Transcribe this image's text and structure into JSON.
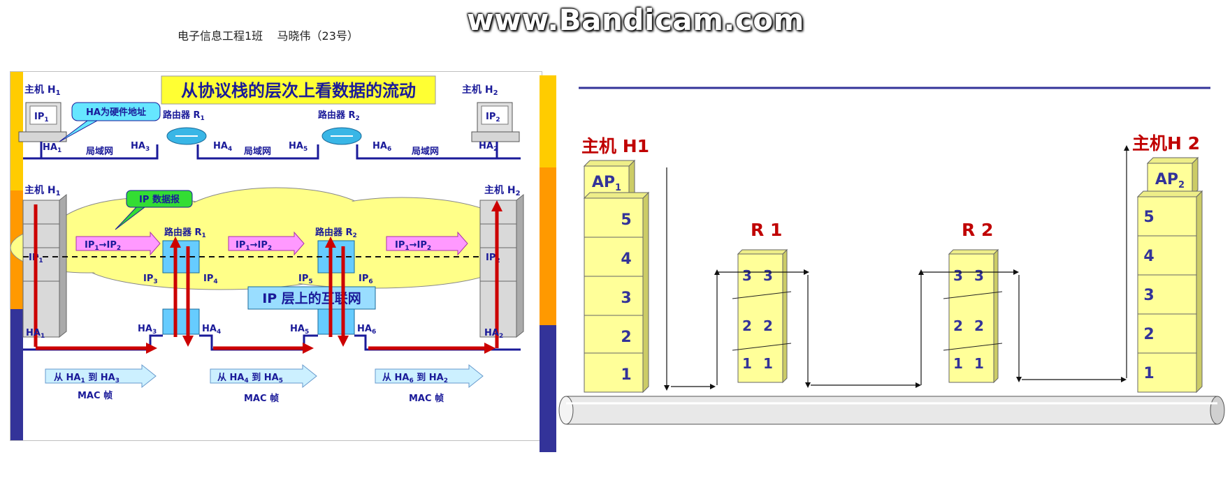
{
  "header": {
    "caption": "电子信息工程1班    马晓伟（23号）"
  },
  "watermark": {
    "text": "www.Bandicam.com"
  },
  "left_slide": {
    "title": "从协议栈的层次上看数据的流动",
    "top": {
      "host1": "主机 H",
      "host2": "主机 H",
      "ip1": "IP",
      "ip2": "IP",
      "callout_ha": "HA为硬件地址",
      "router1": "路由器 R",
      "router2": "路由器 R",
      "ha_labels": [
        "HA",
        "HA",
        "HA",
        "HA",
        "HA",
        "HA"
      ],
      "lan": "局域网"
    },
    "bottom": {
      "host1": "主机 H",
      "host2": "主机 H",
      "router1": "路由器 R",
      "router2": "路由器 R",
      "ip_datagram": "IP 数据报",
      "ip_flow": "IP",
      "arrow": "→",
      "ip_layer_label": "IP 层上的互联网",
      "ip_side_labels": [
        "IP",
        "IP",
        "IP",
        "IP"
      ],
      "ha_labels": [
        "HA",
        "HA",
        "HA",
        "HA",
        "HA",
        "HA"
      ],
      "mac_flows": [
        {
          "from": "从 HA",
          "mid": "到 HA"
        },
        {
          "from": "从 HA",
          "mid": "到 HA"
        },
        {
          "from": "从 HA",
          "mid": "到 HA"
        }
      ],
      "mac_label": "MAC 帧"
    }
  },
  "right_slide": {
    "host1_label": "主机 H1",
    "host2_label": "主机H 2",
    "r1_label": "R 1",
    "r2_label": "R 2",
    "ap1": "AP",
    "ap2": "AP",
    "host_layers": [
      "5",
      "4",
      "3",
      "2",
      "1"
    ],
    "router_layers": [
      "3",
      "2",
      "1"
    ]
  },
  "colors": {
    "title_bg": "#ffff33",
    "navy_text": "#1a1a99",
    "red_label": "#c00000",
    "stack_yellow": "#ffff99",
    "cloud_yellow": "#ffff88",
    "pink_box": "#ff99ff",
    "red_arrow": "#cc0000",
    "left_bar_blue": "#333399",
    "left_bar_orange": "#ff9900",
    "left_bar_yellow": "#ffcc00"
  }
}
